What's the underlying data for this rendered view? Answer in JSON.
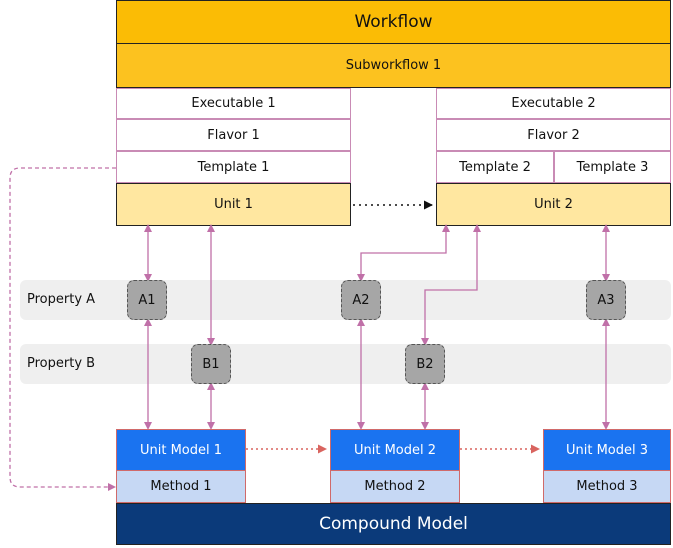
{
  "workflow": {
    "title": "Workflow",
    "subworkflow": "Subworkflow 1"
  },
  "unit1": {
    "executable": "Executable 1",
    "flavor": "Flavor 1",
    "template": "Template 1",
    "name": "Unit 1"
  },
  "unit2": {
    "executable": "Executable 2",
    "flavor": "Flavor 2",
    "template_a": "Template 2",
    "template_b": "Template 3",
    "name": "Unit 2"
  },
  "properties": {
    "row_a": {
      "label": "Property A",
      "items": [
        "A1",
        "A2",
        "A3"
      ]
    },
    "row_b": {
      "label": "Property B",
      "items": [
        "B1",
        "B2"
      ]
    }
  },
  "unit_models": [
    {
      "name": "Unit Model 1",
      "method": "Method 1"
    },
    {
      "name": "Unit Model 2",
      "method": "Method 2"
    },
    {
      "name": "Unit Model 3",
      "method": "Method 3"
    }
  ],
  "compound_model": "Compound Model",
  "colors": {
    "workflow": "#fbbc05",
    "unit": "#ffe7a0",
    "unit_model": "#1a73f0",
    "method": "#c6d8f4",
    "compound": "#0b3a7a",
    "link": "#c070a8",
    "flow_dotted": "#d9645f"
  }
}
